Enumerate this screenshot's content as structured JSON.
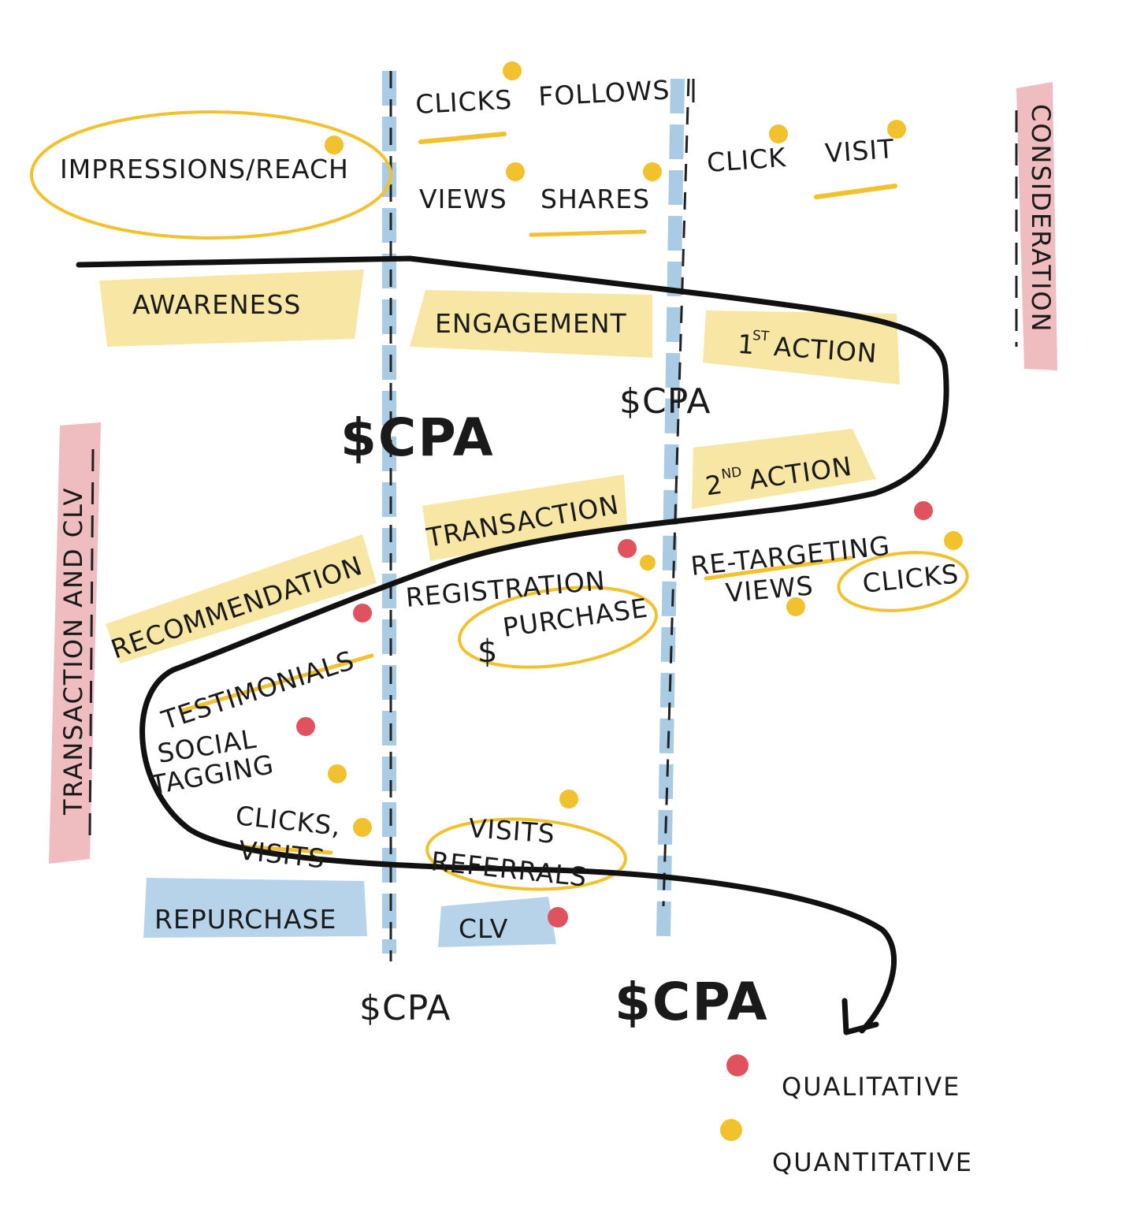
{
  "metrics": {
    "impressions_reach": "IMPRESSIONS/REACH",
    "clicks_top": "CLICKS",
    "follows": "FOLLOWS",
    "views_top": "VIEWS",
    "shares": "SHARES",
    "click": "CLICK",
    "visit": "VISIT",
    "re_targeting": "RE-TARGETING",
    "views_retarget": "VIEWS",
    "clicks_retarget": "CLICKS",
    "registration": "REGISTRATION",
    "purchase_symbol": "$",
    "purchase": "PURCHASE",
    "testimonials": "TESTIMONIALS",
    "social": "SOCIAL",
    "tagging": "TAGGING",
    "clicks_bottom": "CLICKS,",
    "visits_bottom": "VISITS",
    "visits_ref": "VISITS",
    "referrals": "REFERRALS"
  },
  "stages": {
    "awareness": "AWARENESS",
    "engagement": "ENGAGEMENT",
    "first_action_num": "1",
    "first_action_sup": "ST",
    "first_action": "ACTION",
    "second_action_num": "2",
    "second_action_sup": "ND",
    "second_action": "ACTION",
    "transaction": "TRANSACTION",
    "recommendation": "RECOMMENDATION",
    "repurchase": "REPURCHASE",
    "clv": "CLV"
  },
  "cpa": {
    "upper_left": "$CPA",
    "upper_right": "$CPA",
    "lower_left": "$CPA",
    "lower_right": "$CPA"
  },
  "side_labels": {
    "consideration": "CONSIDERATION",
    "transaction_clv": "TRANSACTION AND CLV"
  },
  "legend": {
    "qualitative": "QUALITATIVE",
    "quantitative": "QUANTITATIVE"
  },
  "colors": {
    "qualitative_dot": "#e0525e",
    "quantitative_dot": "#f2c12e",
    "stage_highlight": "#f8e7a4",
    "final_highlight": "#b6d3ea",
    "side_highlight": "#efbcc0",
    "divider": "#a9cbe4",
    "path": "#111111"
  }
}
